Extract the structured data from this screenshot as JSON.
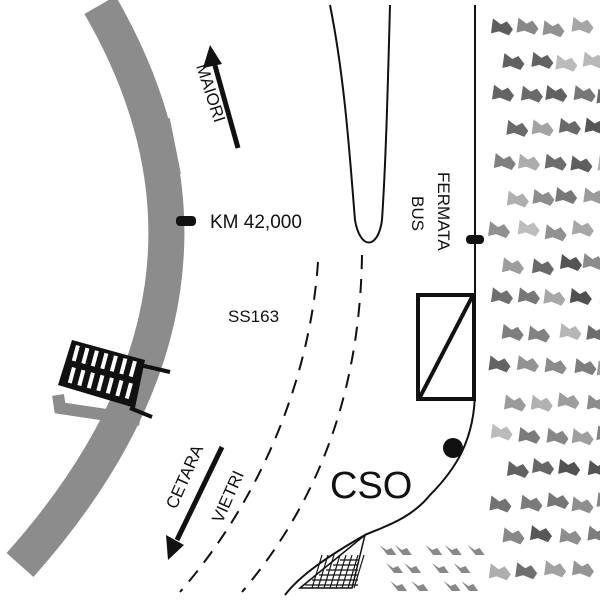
{
  "labels": {
    "maiori": "MAIORI",
    "km": "KM 42,000",
    "fermata": "FERMATA",
    "bus": "BUS",
    "road": "SS163",
    "cetara": "CETARA",
    "vietri": "VIETRI",
    "cso": "CSO"
  },
  "colors": {
    "wall": "#8c8c8c",
    "ink": "#111111",
    "rocks": "#9a9a9a"
  }
}
